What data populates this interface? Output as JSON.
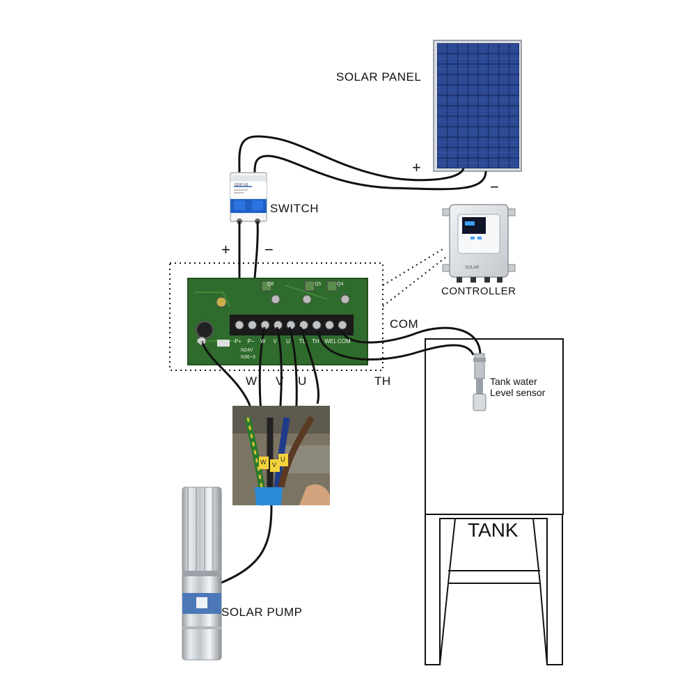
{
  "diagram": {
    "components": {
      "solar_panel": "SOLAR PANEL",
      "switch": "SWITCH",
      "controller": "CONTROLLER",
      "solar_pump": "SOLAR PUMP",
      "tank": "TANK",
      "sensor_line1": "Tank water",
      "sensor_line2": "Level sensor"
    },
    "polarity": {
      "panel_plus": "+",
      "panel_minus": "−",
      "switch_plus": "+",
      "switch_minus": "−"
    },
    "wire_labels": {
      "com": "COM",
      "th": "TH",
      "w": "W",
      "v": "V",
      "u": "U"
    },
    "terminals": [
      "PE",
      "P+",
      "P−",
      "W",
      "V",
      "U",
      "TL",
      "TH",
      "WEL",
      "COM"
    ],
    "board_codes": {
      "q6": "Q6",
      "q5": "Q5",
      "q4": "Q4",
      "n24": "N24V",
      "n36": "N36~3"
    },
    "wire_tags": [
      "W",
      "V",
      "U"
    ],
    "breaker_model": "DZ47-63",
    "controller_brand": "SOLAR"
  }
}
